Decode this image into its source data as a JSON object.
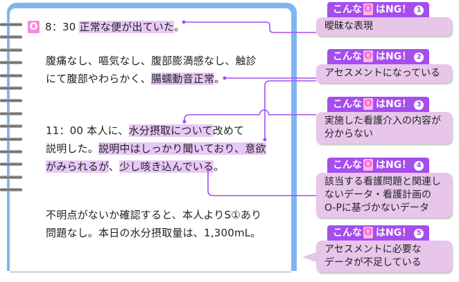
{
  "notebook": {
    "o_badge": "O",
    "lines": [
      {
        "pre": "8：30 ",
        "hl": "正常な便が出ていた",
        "post": "。"
      },
      {
        "pre": "腹痛なし、嘔気なし、腹部膨満感なし、触診",
        "hl": "",
        "post": ""
      },
      {
        "pre": "にて腹部やわらかく、",
        "hl": "腸蠕動音正常",
        "post": "。"
      },
      {
        "pre": "11：00 本人に、",
        "hl": "水分摂取について",
        "post": "改めて"
      },
      {
        "pre": "説明した。",
        "hl": "説明中はしっかり聞いており、意欲",
        "post": ""
      },
      {
        "pre": "",
        "hl": "がみられるが",
        "mid": "、",
        "hl2": "少し咳き込んでいる",
        "post": "。"
      },
      {
        "pre": "不明点がないか確認すると、本人よりS①あり",
        "hl": "",
        "post": ""
      },
      {
        "pre": "問題なし。本日の水分摂取量は、1,300mL。",
        "hl": "",
        "post": ""
      }
    ]
  },
  "ng_items": [
    {
      "tab_prefix": "こんな",
      "tab_o": "O",
      "tab_suffix": "はNG！",
      "num": "1",
      "text": [
        "曖昧な表現"
      ]
    },
    {
      "tab_prefix": "こんな",
      "tab_o": "O",
      "tab_suffix": "はNG！",
      "num": "2",
      "text": [
        "アセスメントになっている"
      ]
    },
    {
      "tab_prefix": "こんな",
      "tab_o": "O",
      "tab_suffix": "はNG！",
      "num": "3",
      "text": [
        "実施した看護介入の内容が",
        "分からない"
      ]
    },
    {
      "tab_prefix": "こんな",
      "tab_o": "O",
      "tab_suffix": "はNG！",
      "num": "4",
      "text": [
        "該当する看護問題と関連し",
        "ないデータ・看護計画の",
        "O-Pに基づかないデータ"
      ]
    },
    {
      "tab_prefix": "こんな",
      "tab_o": "O",
      "tab_suffix": "はNG！",
      "num": "5",
      "text": [
        "アセスメントに必要な",
        "データが不足している"
      ]
    }
  ],
  "colors": {
    "accent": "#a64dee",
    "highlight": "#e8c8f6",
    "box": "#e7c6ea",
    "notebook": "#7fb6f2",
    "badge": "#f58be0"
  }
}
